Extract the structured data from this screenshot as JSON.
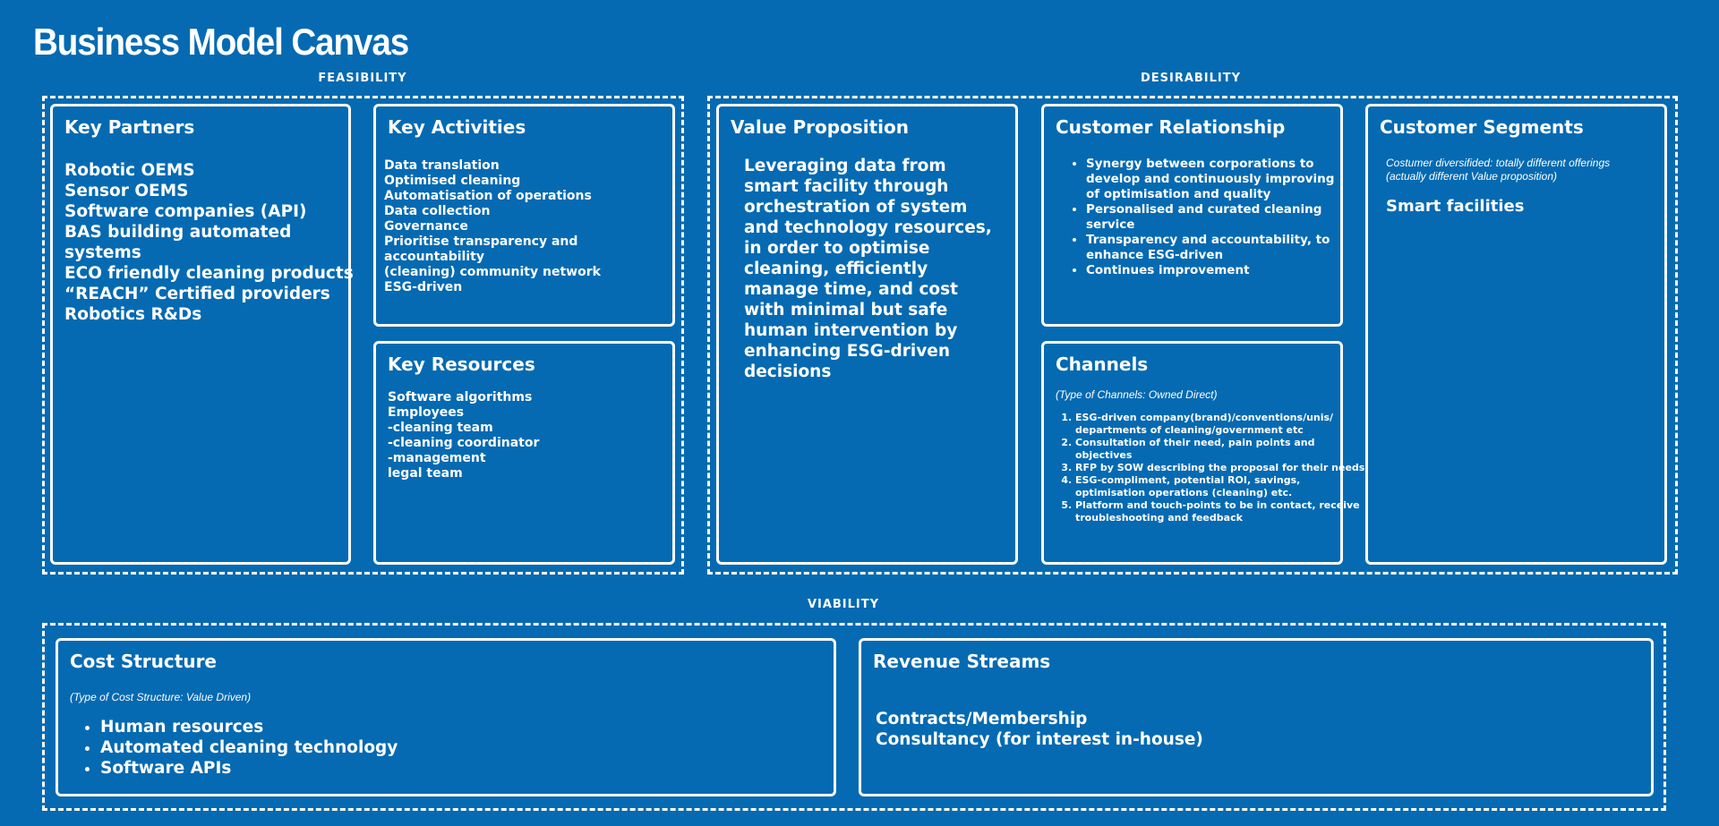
{
  "page": {
    "title": "Business Model Canvas",
    "background_color": "#056ab2",
    "foreground_color": "#ffffff"
  },
  "sections": {
    "feasibility": "FEASIBILITY",
    "desirability": "DESIRABILITY",
    "viability": "VIABILITY"
  },
  "key_partners": {
    "title": "Key Partners",
    "lines": [
      "Robotic OEMS",
      "Sensor OEMS",
      "Software companies (API)",
      "BAS building automated",
      "systems",
      "ECO friendly cleaning products",
      "“REACH” Certified providers",
      "Robotics R&Ds"
    ]
  },
  "key_activities": {
    "title": "Key Activities",
    "lines": [
      "Data translation",
      "Optimised cleaning",
      "Automatisation of operations",
      "Data collection",
      "Governance",
      "Prioritise transparency and",
      "accountability",
      "(cleaning) community network",
      "ESG-driven"
    ]
  },
  "key_resources": {
    "title": "Key Resources",
    "lines": [
      "Software algorithms",
      "Employees",
      "-cleaning team",
      "-cleaning coordinator",
      "-management",
      "legal team"
    ]
  },
  "value_proposition": {
    "title": "Value Proposition",
    "text": "Leveraging data from smart facility through orchestration of system and technology resources, in order to optimise cleaning, efficiently manage time, and cost with minimal but safe human intervention by enhancing ESG-driven decisions"
  },
  "customer_relationship": {
    "title": "Customer Relationship",
    "items": [
      [
        "Synergy between corporations to",
        "develop and continuously improving",
        "of optimisation and quality"
      ],
      [
        "Personalised and curated cleaning",
        "service"
      ],
      [
        "Transparency and accountability, to",
        "enhance ESG-driven"
      ],
      [
        "Continues improvement"
      ]
    ]
  },
  "customer_segments": {
    "title": "Customer Segments",
    "note": "Costumer diversifided: totally different offerings (actually different Value proposition)",
    "main": "Smart facilities"
  },
  "channels": {
    "title": "Channels",
    "note": "(Type of Channels: Owned Direct)",
    "items": [
      [
        "ESG-driven company(brand)/conventions/unis/",
        "departments of cleaning/government etc"
      ],
      [
        "Consultation of their need, pain points and",
        "objectives"
      ],
      [
        "RFP by SOW describing the proposal for their needs,"
      ],
      [
        "ESG-compliment, potential ROI, savings,",
        "optimisation operations (cleaning) etc."
      ],
      [
        "Platform and touch-points to be in contact, receive",
        "troubleshooting and feedback"
      ]
    ]
  },
  "cost_structure": {
    "title": "Cost Structure",
    "note": "(Type of Cost Structure: Value Driven)",
    "items": [
      "Human resources",
      "Automated cleaning technology",
      "Software APIs"
    ]
  },
  "revenue_streams": {
    "title": "Revenue Streams",
    "lines": [
      "Contracts/Membership",
      "Consultancy (for interest in-house)"
    ]
  }
}
